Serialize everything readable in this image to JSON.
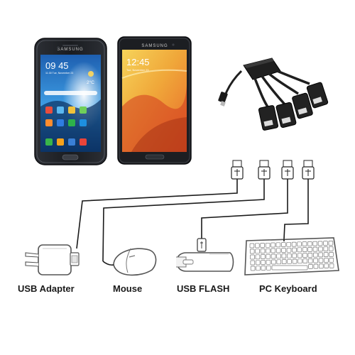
{
  "phones": [
    {
      "brand": "SAMSUNG",
      "time": "09 45",
      "date": "11:30 Tue, November 23",
      "temp": "2°C"
    },
    {
      "brand": "SAMSUNG",
      "time": "12:45",
      "date": "Tue, November 23"
    }
  ],
  "captions": {
    "usb_adapter": "USB  Adapter",
    "mouse": "Mouse",
    "usb_flash": "USB FLASH",
    "keyboard": "PC Keyboard"
  },
  "colors": {
    "cable": "#1a1a1a",
    "device_outline": "#555555",
    "hub": "#222222",
    "phone_body": "#1c1e22"
  }
}
